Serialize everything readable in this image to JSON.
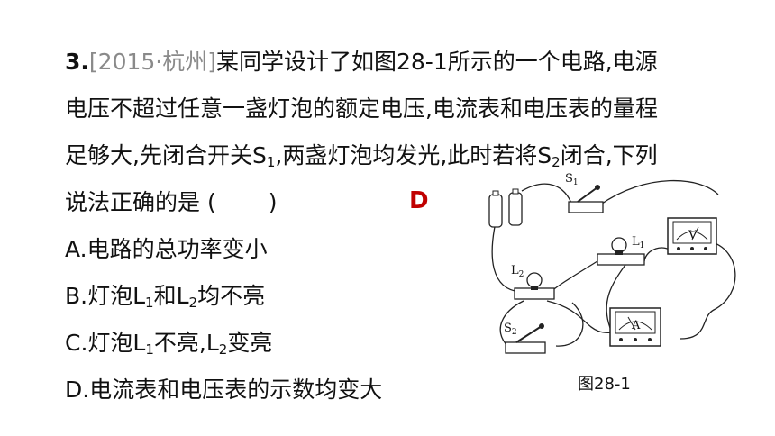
{
  "question": {
    "number": "3.",
    "source": "[2015·杭州]",
    "line1_text": "某同学设计了如图28-1所示的一个电路,电源",
    "line2_text": "电压不超过任意一盏灯泡的额定电压,电流表和电压表的量程",
    "line3_a": "足够大,先闭合开关S",
    "line3_sub1": "1",
    "line3_b": ",两盏灯泡均发光,此时若将S",
    "line3_sub2": "2",
    "line3_c": "闭合,下列",
    "line4_text": "说法正确的是 (",
    "line4_close": ")"
  },
  "answer": "D",
  "options": {
    "a": "A.电路的总功率变小",
    "b_1": "B.灯泡L",
    "b_sub1": "1",
    "b_2": "和L",
    "b_sub2": "2",
    "b_3": "均不亮",
    "c_1": "C.灯泡L",
    "c_sub1": "1",
    "c_2": "不亮,L",
    "c_sub2": "2",
    "c_3": "变亮",
    "d": "D.电流表和电压表的示数均变大"
  },
  "figure": {
    "caption": "图28-1",
    "labels": {
      "s1": "S",
      "s1_sub": "1",
      "s2": "S",
      "s2_sub": "2",
      "l1": "L",
      "l1_sub": "1",
      "l2": "L",
      "l2_sub": "2",
      "voltmeter": "V",
      "ammeter": "A"
    }
  }
}
